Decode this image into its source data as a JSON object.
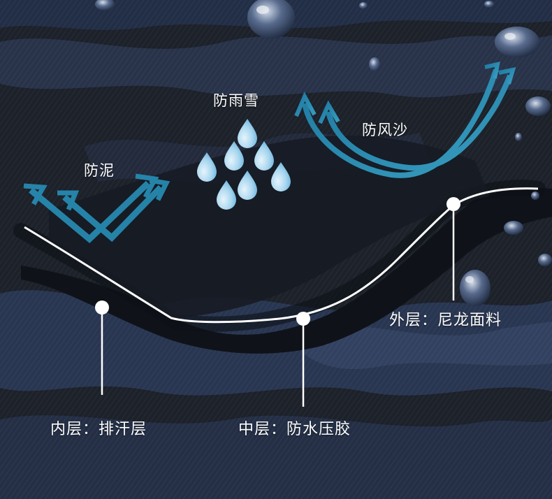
{
  "features": {
    "mud": "防泥",
    "rain_snow": "防雨雪",
    "wind_sand": "防风沙"
  },
  "layers": {
    "outer": "外层：尼龙面料",
    "middle": "中层：防水压胶",
    "inner": "内层：排汗层"
  },
  "colors": {
    "background": "#1c212a",
    "fabric_dark": "#151a22",
    "fabric_navy": "#2a3650",
    "arrow_blue": "#2d8fb0",
    "drop_blue": "#9ed2ee",
    "line_white": "#ffffff"
  },
  "icons": {
    "mud": "mud-arrows-icon",
    "rain": "raindrops-icon",
    "wind": "wind-arrows-icon",
    "water": "water-droplet-icon"
  }
}
